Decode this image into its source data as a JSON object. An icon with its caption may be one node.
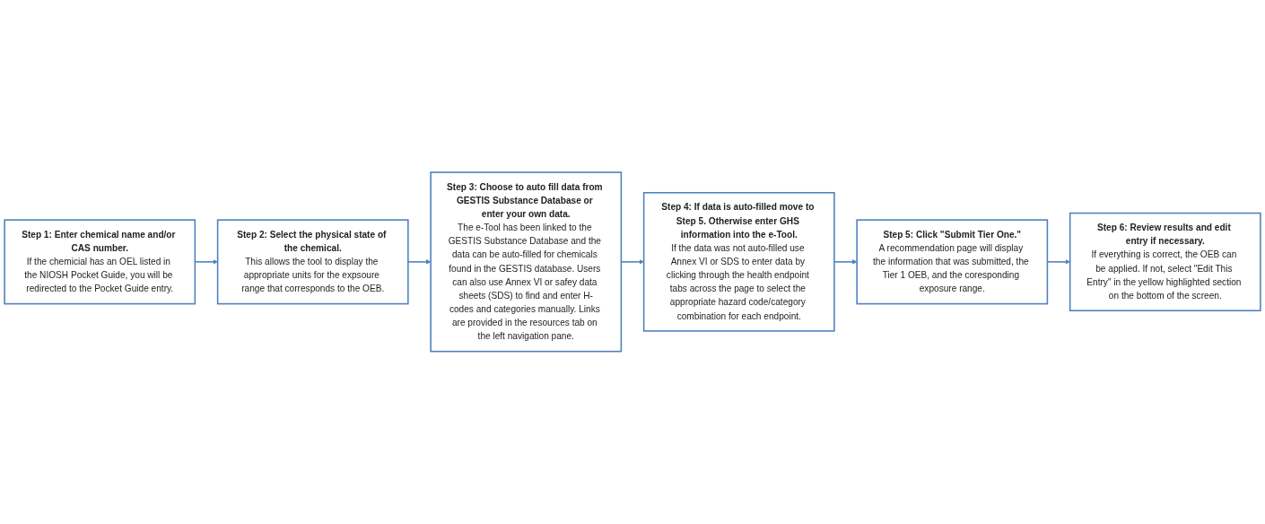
{
  "diagram": {
    "nodes": [
      {
        "text": [
          "Step 1: Enter chemical name and/or CAS number.",
          "If the chemicial has an OEL listed in the NIOSH Pocket Guide, you will be redirected to the Pocket Guide entry."
        ]
      },
      {
        "text": [
          "Step 2: Select the physical state of the chemical.",
          "This allows the tool to display the appropriate units for the expsoure range that corresponds to the OEB."
        ]
      },
      {
        "text": [
          "Step 3: Choose to auto fill data from GESTIS Substance Database or enter your own data.",
          "The e-Tool has been linked to the GESTIS Substance Database and the data can be auto-filled for chemicals found in the GESTIS database. Users can also use Annex VI or safey data sheets (SDS) to find and enter H-codes and categories manually. Links are provided in the resources tab on the left navigation pane."
        ]
      },
      {
        "text": [
          "Step 4: If data is auto-filled move to Step 5. Otherwise enter GHS information into the e-Tool.",
          "If the data was not auto-filled use Annex VI or SDS to enter data by clicking through the health endpoint tabs across the page to select the appropriate hazard code/category combination for each endpoint."
        ]
      },
      {
        "text": [
          "Step 5: Click \"Submit Tier One.\"",
          "A recommendation page will display the information that was submitted, the Tier 1 OEB, and the coresponding exposure range."
        ]
      },
      {
        "text": [
          "Step 6: Review results and edit entry if necessary.",
          "If everything is correct, the OEB can be applied. If not, select \"Edit This Entry\" in the yellow highlighted section on the bottom of the screen."
        ]
      }
    ],
    "edges": [
      {
        "from": 0,
        "to": 1,
        "arrow": "to"
      },
      {
        "from": 1,
        "to": 2,
        "arrow": "to"
      },
      {
        "from": 2,
        "to": 3,
        "arrow": "to"
      },
      {
        "from": 3,
        "to": 4,
        "arrow": "to"
      },
      {
        "from": 4,
        "to": 5,
        "arrow": "to"
      }
    ]
  }
}
